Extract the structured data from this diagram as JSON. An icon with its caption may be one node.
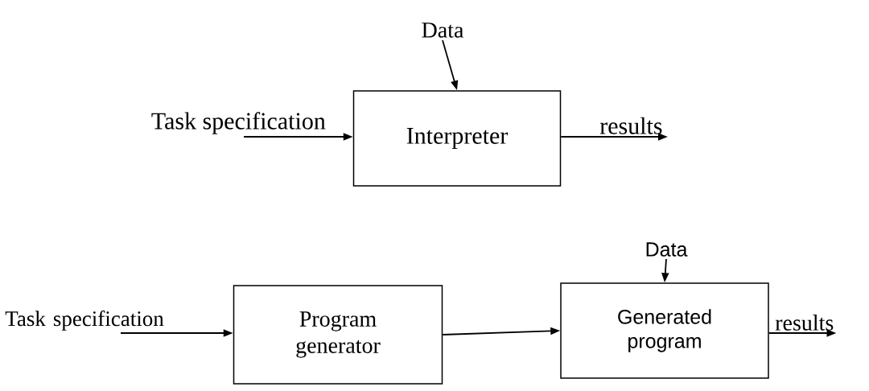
{
  "diagram": {
    "nodes": [
      {
        "text": [
          "Data"
        ]
      },
      {
        "text": [
          "Interpreter"
        ]
      },
      {
        "text": [
          "Task specification"
        ]
      },
      {
        "text": [
          "results"
        ]
      },
      {
        "text": [
          "Data"
        ]
      },
      {
        "text": [
          "Task specification"
        ]
      },
      {
        "text": [
          "Program generator"
        ]
      },
      {
        "text": [
          "Generated program"
        ]
      },
      {
        "text": [
          "results"
        ]
      }
    ],
    "edges": [
      {
        "from": 0,
        "to": 1,
        "arrow": "to"
      },
      {
        "from": 2,
        "to": 1,
        "arrow": "to"
      },
      {
        "from": 1,
        "to": 3,
        "arrow": "to"
      },
      {
        "from": 4,
        "to": 7,
        "arrow": "to"
      },
      {
        "from": 5,
        "to": 6,
        "arrow": "to"
      },
      {
        "from": 6,
        "to": 7,
        "arrow": "to"
      },
      {
        "from": 7,
        "to": 8,
        "arrow": "to"
      }
    ]
  }
}
